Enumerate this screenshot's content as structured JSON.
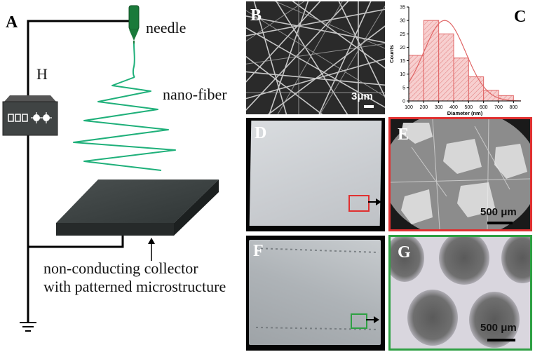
{
  "panel_labels": {
    "a": "A",
    "b": "B",
    "c": "C",
    "d": "D",
    "e": "E",
    "f": "F",
    "g": "G"
  },
  "schematic": {
    "needle_label": "needle",
    "power_label": "H",
    "fiber_label": "nano-fiber",
    "collector_line1": "non-conducting collector",
    "collector_line2": "with patterned microstructure"
  },
  "scale_bars": {
    "b": "3μm",
    "e": "500 μm",
    "g": "500 μm"
  },
  "colors": {
    "fiber": "#1fb07a",
    "needle": "#1a7a3a",
    "collector": "#3a4040",
    "highlight_red": "#e03030",
    "highlight_green": "#2ea043",
    "hist_fill": "#f2b8b8",
    "hist_line": "#e06666"
  },
  "chart_data": {
    "type": "bar",
    "xlabel": "Diameter (nm)",
    "ylabel": "Counts",
    "xlim": [
      100,
      850
    ],
    "ylim": [
      0,
      35
    ],
    "xticks": [
      100,
      200,
      300,
      400,
      500,
      600,
      700,
      800
    ],
    "yticks": [
      0,
      5,
      10,
      15,
      20,
      25,
      30,
      35
    ],
    "bins": [
      [
        100,
        200
      ],
      [
        200,
        300
      ],
      [
        300,
        400
      ],
      [
        400,
        500
      ],
      [
        500,
        600
      ],
      [
        600,
        700
      ],
      [
        700,
        800
      ]
    ],
    "values": [
      17,
      30,
      25,
      16,
      9,
      4,
      2
    ],
    "fit": {
      "type": "normal",
      "mean": 340,
      "sd": 140,
      "peak": 30
    }
  }
}
